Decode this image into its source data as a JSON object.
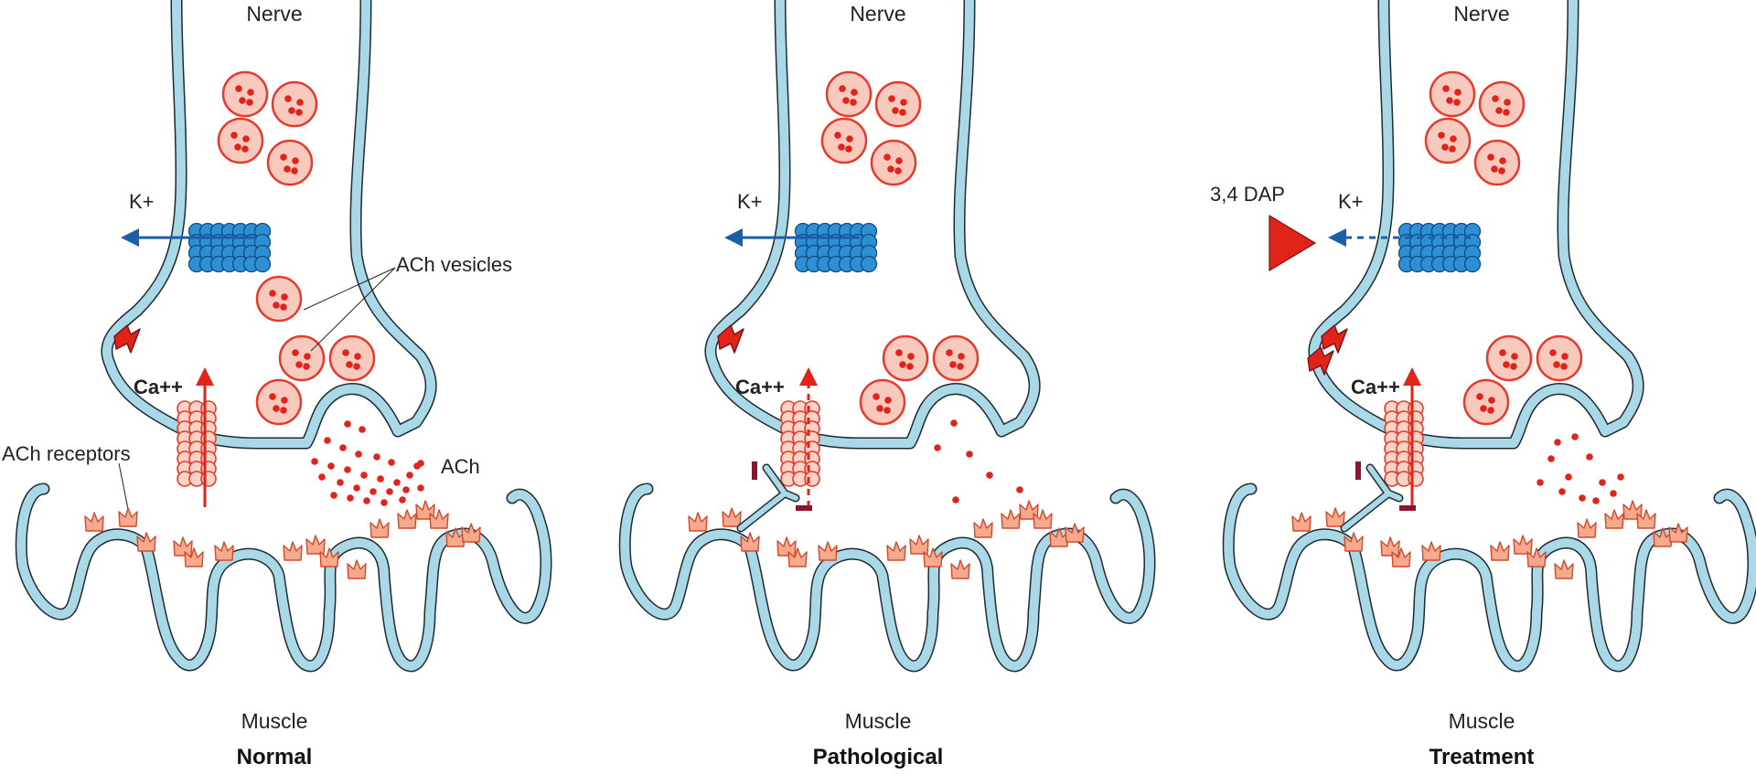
{
  "labels": {
    "nerve": "Nerve",
    "muscle": "Muscle",
    "k_ion": "K+",
    "ca_ion": "Ca++",
    "ach_vesicles": "ACh vesicles",
    "ach_receptors": "ACh receptors",
    "ach": "ACh",
    "drug": "3,4 DAP"
  },
  "panels": [
    {
      "title": "Normal"
    },
    {
      "title": "Pathological"
    },
    {
      "title": "Treatment"
    }
  ],
  "colors": {
    "membrane_fill": "#a9d8e6",
    "membrane_stroke": "#1f2a33",
    "vesicle_fill": "#f8c9bd",
    "vesicle_stroke": "#e53a2c",
    "dot": "#e2231a",
    "k_channel": "#2e8fd3",
    "k_arrow": "#1b5fa8",
    "ca_channel": "#fbd2c6",
    "receptor": "#f6a98d",
    "antibody": "#a9d8e6",
    "antigen": "#8a1530",
    "drug": "#e2231a"
  }
}
